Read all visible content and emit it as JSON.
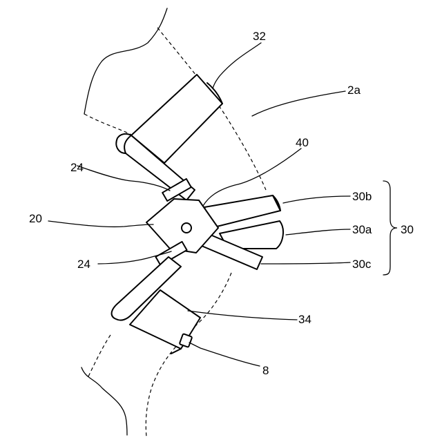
{
  "labels": {
    "l32": "32",
    "l2a": "2a",
    "l40": "40",
    "l24_top": "24",
    "l20": "20",
    "l30b": "30b",
    "l30a": "30a",
    "l30": "30",
    "l24_bot": "24",
    "l30c": "30c",
    "l34": "34",
    "l8": "8"
  }
}
